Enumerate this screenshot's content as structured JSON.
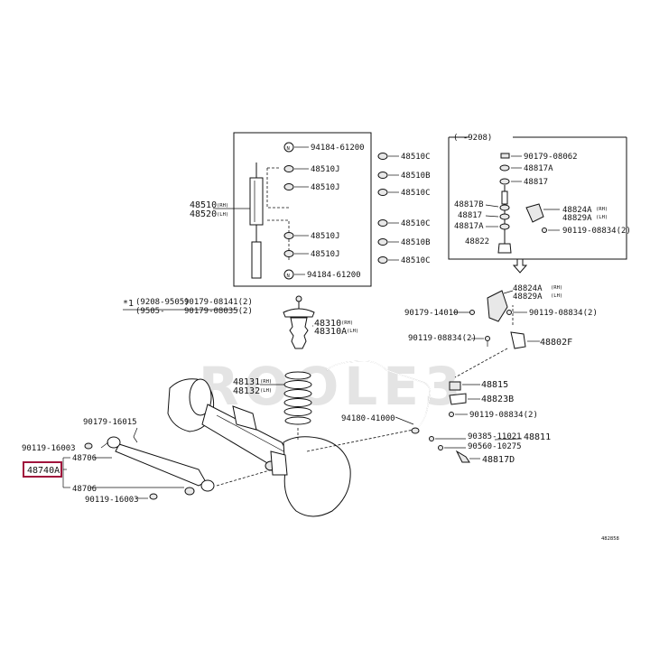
{
  "watermark": "ROOLE3",
  "ref_code": "482858",
  "highlighted_part": "48740A",
  "shock_box": {
    "top_cap": "94184-61200",
    "bottom_cap": "94184-61200",
    "left_parts": [
      "48510J",
      "48510J",
      "48510J",
      "48510J"
    ],
    "shock_rh": "48510",
    "shock_lh": "48520",
    "rh": "(RH)",
    "lh": "(LH)"
  },
  "shock_right_parts": [
    "48510C",
    "48510B",
    "48510C",
    "48510C",
    "48510B",
    "48510C"
  ],
  "stab_box": {
    "header": "( -9208)",
    "items": [
      "90179-08062",
      "48817A",
      "48817",
      "48817B",
      "48817",
      "48817A",
      "48822",
      "48824A",
      "48829A",
      "90119-08834(2)"
    ],
    "rh": "(RH)",
    "lh": "(LH)"
  },
  "note": {
    "marker": "*1",
    "line1_range": "(9208-9505)",
    "line1_part": "90179-08141(2)",
    "line2_range": "(9505-",
    "line2_part": "90179-08035(2)"
  },
  "labels": {
    "bumper_rh": "48310",
    "bumper_lh": "48310A",
    "spring_rh": "48131",
    "spring_lh": "48132",
    "bracket_rh": "48824A",
    "bracket_lh": "48829A",
    "bolt_14010": "90179-14010",
    "bolt_08834a": "90119-08834(2)",
    "bolt_08834b": "90119-08834(2)",
    "link": "48802F",
    "bushing": "48815",
    "bush_bracket": "48823B",
    "bolt_08834c": "90119-08834(2)",
    "stab_bar_bolt": "94180-41000",
    "bolt_11021": "90385-11021",
    "bolt_10275": "90560-10275",
    "stab_bar": "48811",
    "cushion": "48817D",
    "bolt_16015": "90179-16015",
    "bolt_16003a": "90119-16003",
    "bush_upper": "48706",
    "control_arm": "48740A",
    "bush_lower": "48706",
    "bolt_16003b": "90119-16003",
    "rh": "(RH)",
    "lh": "(LH)"
  }
}
